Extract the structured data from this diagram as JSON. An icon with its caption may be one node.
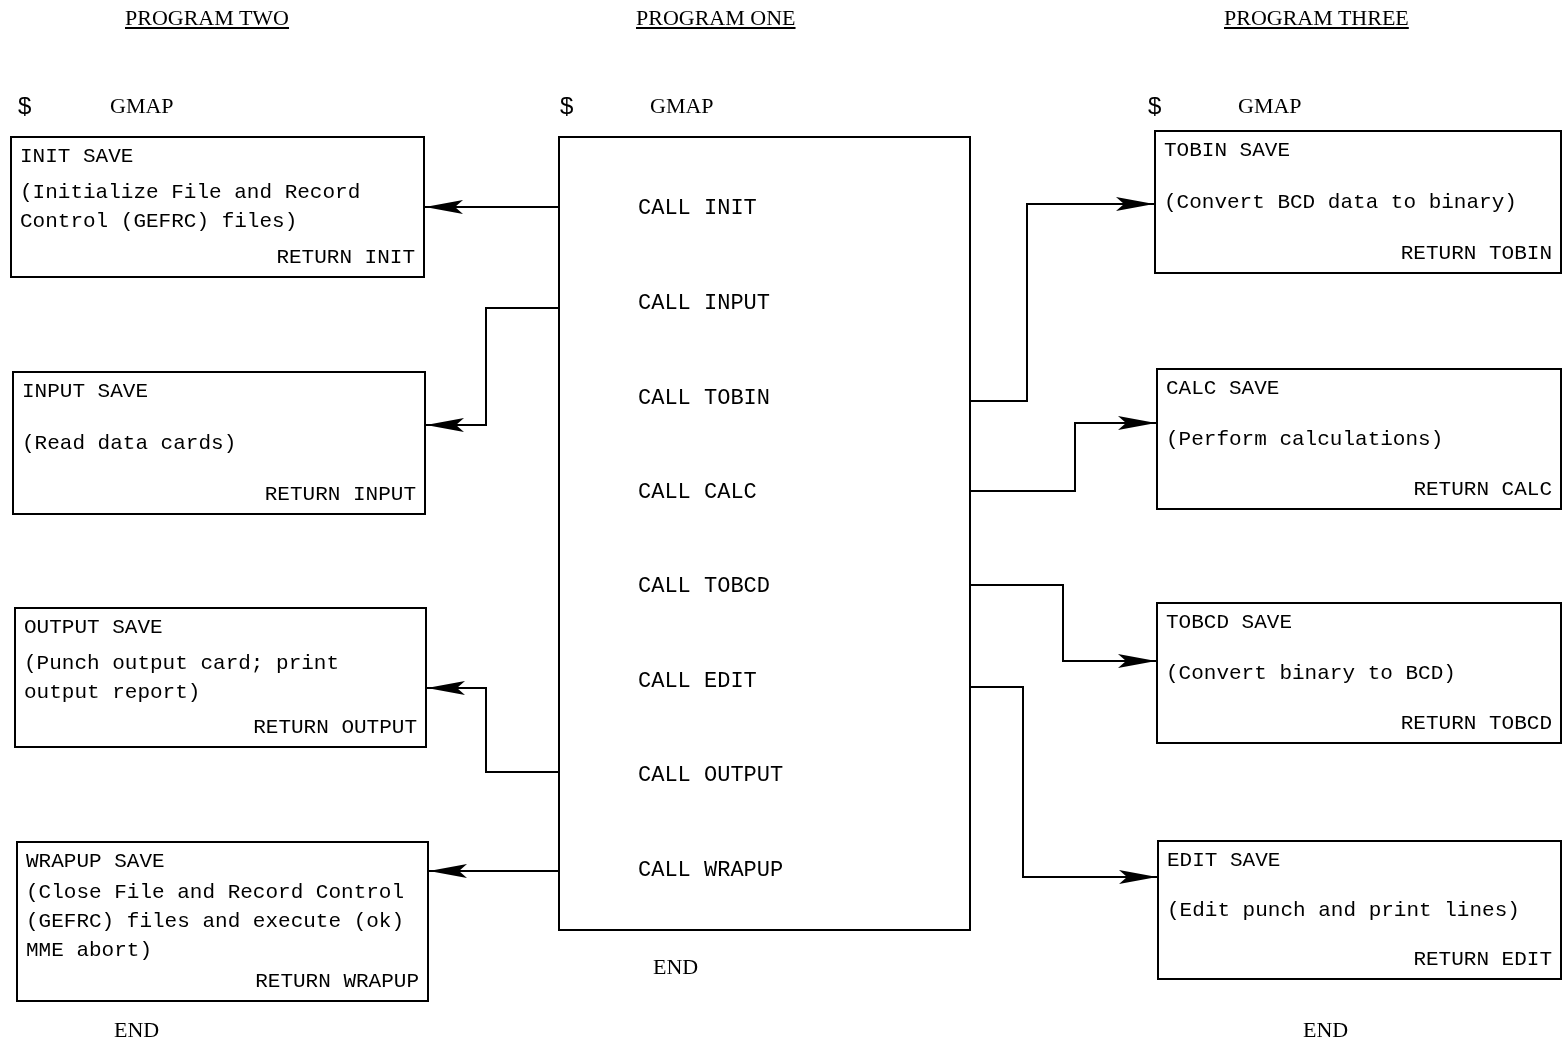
{
  "diagram": {
    "nodes": [
      {
        "text": [
          "CALL INIT",
          "CALL INPUT",
          "CALL TOBIN",
          "CALL CALC",
          "CALL TOBCD",
          "CALL EDIT",
          "CALL OUTPUT",
          "CALL WRAPUP"
        ]
      },
      {
        "text": [
          "INIT SAVE",
          "(Initialize File and Record Control (GEFRC) files)",
          "RETURN INIT"
        ]
      },
      {
        "text": [
          "INPUT SAVE",
          "(Read data cards)",
          "RETURN INPUT"
        ]
      },
      {
        "text": [
          "OUTPUT SAVE",
          "(Punch output card; print output report)",
          "RETURN OUTPUT"
        ]
      },
      {
        "text": [
          "WRAPUP SAVE",
          "(Close File and Record Control (GEFRC) files and execute (ok) MME abort)",
          "RETURN WRAPUP"
        ]
      },
      {
        "text": [
          "TOBIN SAVE",
          "(Convert BCD data to binary)",
          "RETURN TOBIN"
        ]
      },
      {
        "text": [
          "CALC SAVE",
          "(Perform calculations)",
          "RETURN CALC"
        ]
      },
      {
        "text": [
          "TOBCD SAVE",
          "(Convert binary to BCD)",
          "RETURN TOBCD"
        ]
      },
      {
        "text": [
          "EDIT SAVE",
          "(Edit punch and print lines)",
          "RETURN EDIT"
        ]
      }
    ],
    "edges": [
      {
        "from": 0,
        "to": 1,
        "arrow": "to"
      },
      {
        "from": 0,
        "to": 2,
        "arrow": "to"
      },
      {
        "from": 0,
        "to": 5,
        "arrow": "to"
      },
      {
        "from": 0,
        "to": 6,
        "arrow": "to"
      },
      {
        "from": 0,
        "to": 7,
        "arrow": "to"
      },
      {
        "from": 0,
        "to": 8,
        "arrow": "to"
      },
      {
        "from": 0,
        "to": 3,
        "arrow": "to"
      },
      {
        "from": 0,
        "to": 4,
        "arrow": "to"
      }
    ],
    "labels": [
      "PROGRAM TWO",
      "PROGRAM ONE",
      "PROGRAM THREE",
      "$",
      "GMAP",
      "$",
      "GMAP",
      "$",
      "GMAP",
      "END",
      "END",
      "END"
    ]
  }
}
